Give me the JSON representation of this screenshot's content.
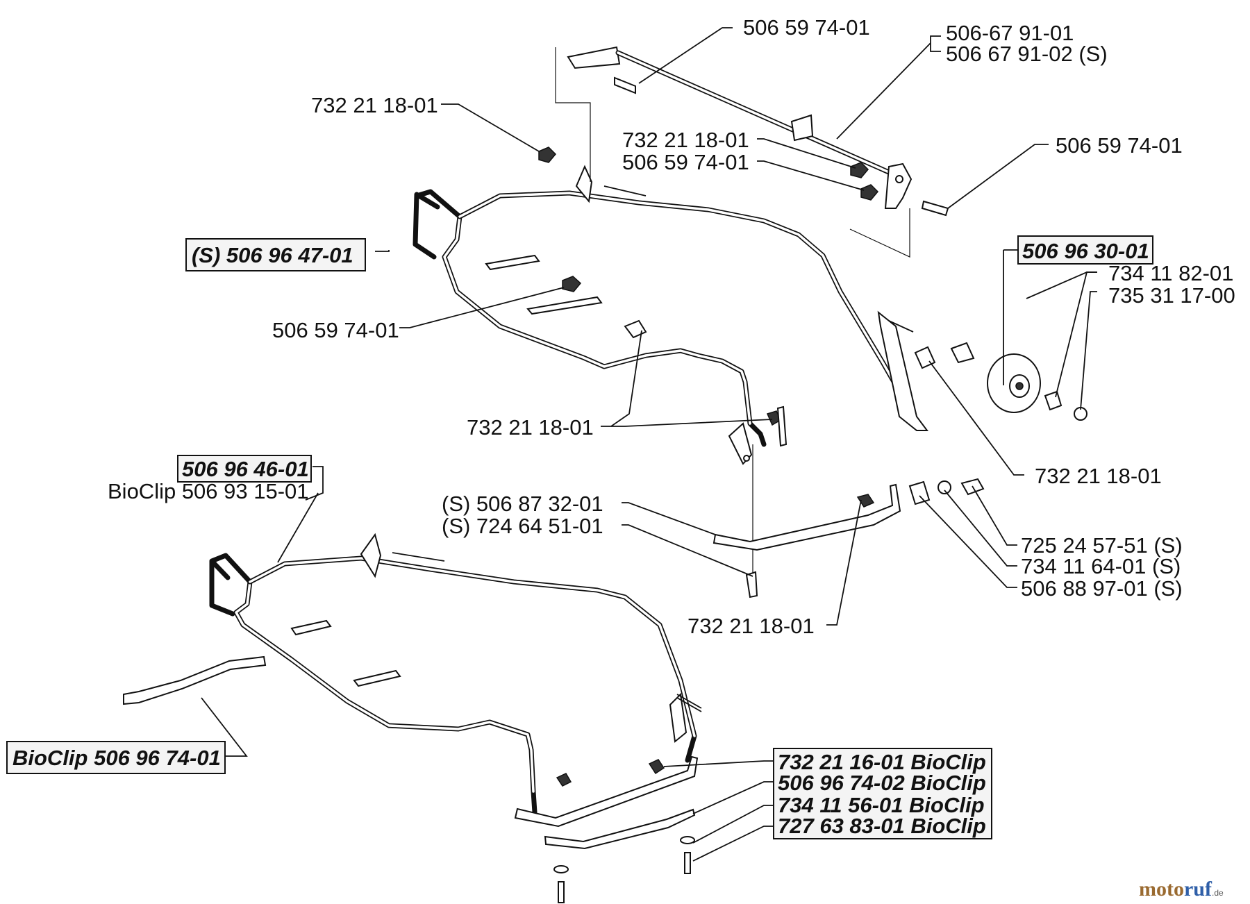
{
  "labels": {
    "rod_bolt_top": "506 59 74-01",
    "rod_a": "506-67 91-01",
    "rod_b": "506 67 91-02 (S)",
    "nut_top_left": "732 21 18-01",
    "nut_mid": "732 21 18-01",
    "bolt_mid": "506 59 74-01",
    "bolt_right": "506 59 74-01",
    "frame_upper": "(S) 506 96 47-01",
    "wheel_assy": "506 96 30-01",
    "wheel_axle": "734 11 82-01",
    "wheel_clip": "735 31 17-00",
    "bolt_left": "506 59 74-01",
    "nut_lower": "732 21 18-01",
    "spacer_right": "732 21 18-01",
    "frame_lower": "506 96 46-01",
    "frame_lower_bio": "BioClip 506 93 15-01",
    "bracket_a": "(S) 506 87 32-01",
    "bracket_b": "(S) 724 64 51-01",
    "screw_s": "725 24 57-51 (S)",
    "washer_s": "734 11 64-01 (S)",
    "spacer_s": "506 88 97-01 (S)",
    "nut_bottom": "732 21 18-01",
    "bioclip_strap": "BioClip 506 96 74-01",
    "bio_nut": "732 21 16-01 BioClip",
    "bio_plate": "506 96 74-02 BioClip",
    "bio_washer": "734 11 56-01 BioClip",
    "bio_screw": "727 63 83-01 BioClip"
  },
  "watermark": {
    "part1": "moto",
    "part2": "ruf",
    "suffix": ".de"
  }
}
